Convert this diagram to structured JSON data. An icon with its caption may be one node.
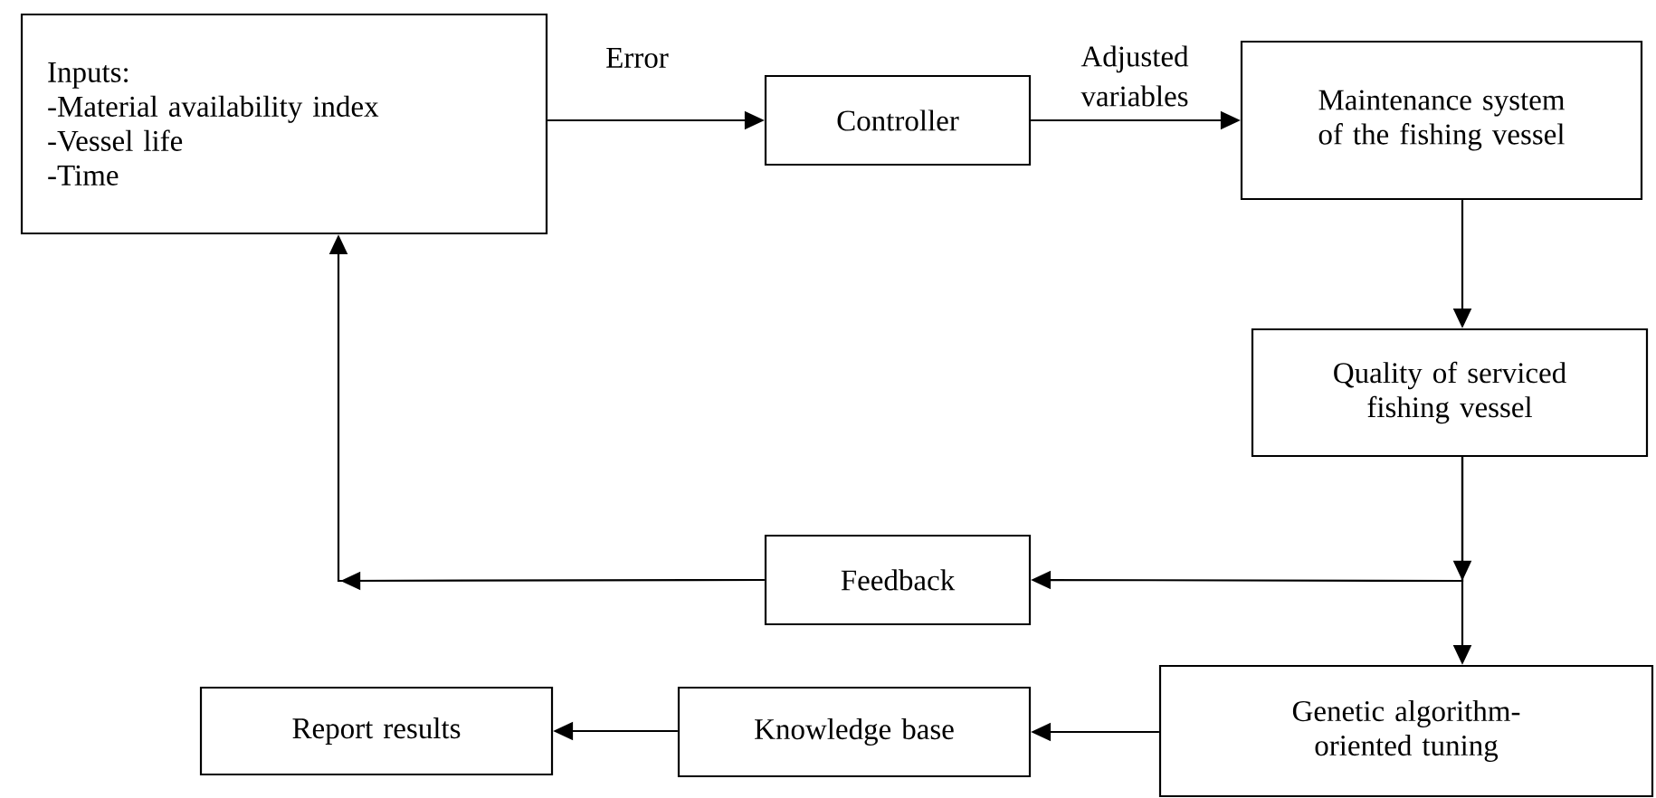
{
  "diagram": {
    "nodes": [
      {
        "text": [
          "Inputs:",
          "-Material availability index",
          "-Vessel life",
          "-Time"
        ]
      },
      {
        "text": [
          "Controller"
        ]
      },
      {
        "text": [
          "Maintenance system of the fishing vessel"
        ]
      },
      {
        "text": [
          "Quality of serviced fishing vessel"
        ]
      },
      {
        "text": [
          "Feedback"
        ]
      },
      {
        "text": [
          "Genetic algorithm-oriented tuning"
        ]
      },
      {
        "text": [
          "Knowledge base"
        ]
      },
      {
        "text": [
          "Report results"
        ]
      }
    ],
    "edges": [
      {
        "from": 0,
        "to": 1,
        "arrow": "to",
        "label": "Error"
      },
      {
        "from": 1,
        "to": 2,
        "arrow": "to",
        "label": "Adjusted variables"
      },
      {
        "from": 2,
        "to": 3,
        "arrow": "to"
      },
      {
        "from": 3,
        "to": 5,
        "arrow": "to"
      },
      {
        "from": 3,
        "to": 4,
        "arrow": "to"
      },
      {
        "from": 4,
        "to": 0,
        "arrow": "to"
      },
      {
        "from": 5,
        "to": 6,
        "arrow": "to"
      },
      {
        "from": 6,
        "to": 7,
        "arrow": "to"
      }
    ]
  }
}
